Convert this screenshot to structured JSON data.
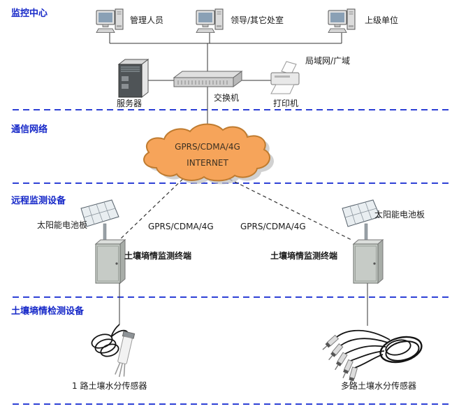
{
  "sections": {
    "monitoring_center": "监控中心",
    "communication_network": "通信网络",
    "remote_monitoring": "远程监测设备",
    "soil_detection": "土壤墒情检测设备"
  },
  "monitoring_center": {
    "admin_pc": "管理人员",
    "leader_pc": "领导/其它处室",
    "superior_pc": "上级单位",
    "server": "服务器",
    "switch": "交换机",
    "printer": "打印机",
    "lan_wan": "局域网/广域"
  },
  "network": {
    "cloud_line1": "GPRS/CDMA/4G",
    "cloud_line2": "INTERNET",
    "gprs_left": "GPRS/CDMA/4G",
    "gprs_right": "GPRS/CDMA/4G"
  },
  "remote_devices": {
    "solar_left": "太阳能电池板",
    "solar_right": "太阳能电池板",
    "terminal_left": "土壤墒情监测终端",
    "terminal_right": "土壤墒情监测终端"
  },
  "sensors": {
    "single": "1 路土壤水分传感器",
    "multi": "多路土壤水分传感器"
  },
  "colors": {
    "section_label_blue": "#1527c8",
    "divider_blue": "#2e41d6",
    "cloud_fill": "#f6a45a",
    "cloud_stroke": "#bf7b2f",
    "connector_black": "#333333"
  }
}
